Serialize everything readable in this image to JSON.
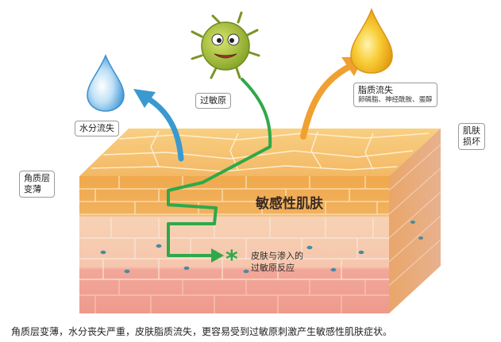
{
  "labels": {
    "water_loss": "水分流失",
    "allergen": "过敏原",
    "lipid_loss": "脂质流失",
    "lipid_loss_sub": "卵磷脂、神经酰胺、蛋醇",
    "skin_damage_l1": "肌肤",
    "skin_damage_l2": "损坏",
    "stratum_thin_l1": "角质层",
    "stratum_thin_l2": "变薄",
    "sensitive_skin": "敏感性肌肤",
    "reaction_l1": "皮肤与渗入的",
    "reaction_l2": "过敏原反应"
  },
  "caption": "角质层变薄，水分丧失严重，皮肤脂质流失，更容易受到过敏原刺激产生敏感性肌肤症状。",
  "colors": {
    "water_drop": "#5aa7de",
    "water_arrow": "#3a9ad0",
    "lipid_drop": "#f2b318",
    "lipid_arrow": "#f0a030",
    "allergen_body": "#9bb83a",
    "allergen_path": "#2fa84a",
    "stratum_top": "#f6c36c",
    "stratum_layer": "#f2b55a",
    "epidermis": "#f6c9a8",
    "dermis": "#f2a896"
  }
}
